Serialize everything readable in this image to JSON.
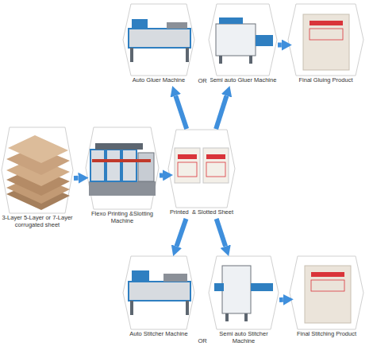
{
  "diagram": {
    "nodes": [
      {
        "text": [
          "3-Layer 5-Layer or 7-Layer corrugated sheet"
        ]
      },
      {
        "text": [
          "Flexo Printing &Slotting Machine"
        ]
      },
      {
        "text": [
          "Printed  & Slotted Sheet"
        ]
      },
      {
        "text": [
          "Auto Gluer Machine"
        ]
      },
      {
        "text": [
          "Semi auto Gluer Machine"
        ]
      },
      {
        "text": [
          "Final Gluing Product"
        ]
      },
      {
        "text": [
          "Auto Stitcher Machine"
        ]
      },
      {
        "text": [
          "Semi auto Stitcher Machine"
        ]
      },
      {
        "text": [
          "Final Stitching Product"
        ]
      }
    ],
    "edges": [
      {
        "from": 0,
        "to": 1,
        "arrow": "to"
      },
      {
        "from": 1,
        "to": 2,
        "arrow": "to"
      },
      {
        "from": 2,
        "to": 3,
        "arrow": "to"
      },
      {
        "from": 2,
        "to": 4,
        "arrow": "to"
      },
      {
        "from": 4,
        "to": 5,
        "arrow": "to"
      },
      {
        "from": 2,
        "to": 6,
        "arrow": "to"
      },
      {
        "from": 2,
        "to": 7,
        "arrow": "to"
      },
      {
        "from": 7,
        "to": 8,
        "arrow": "to"
      }
    ],
    "labels": [
      "OR",
      "OR"
    ]
  }
}
